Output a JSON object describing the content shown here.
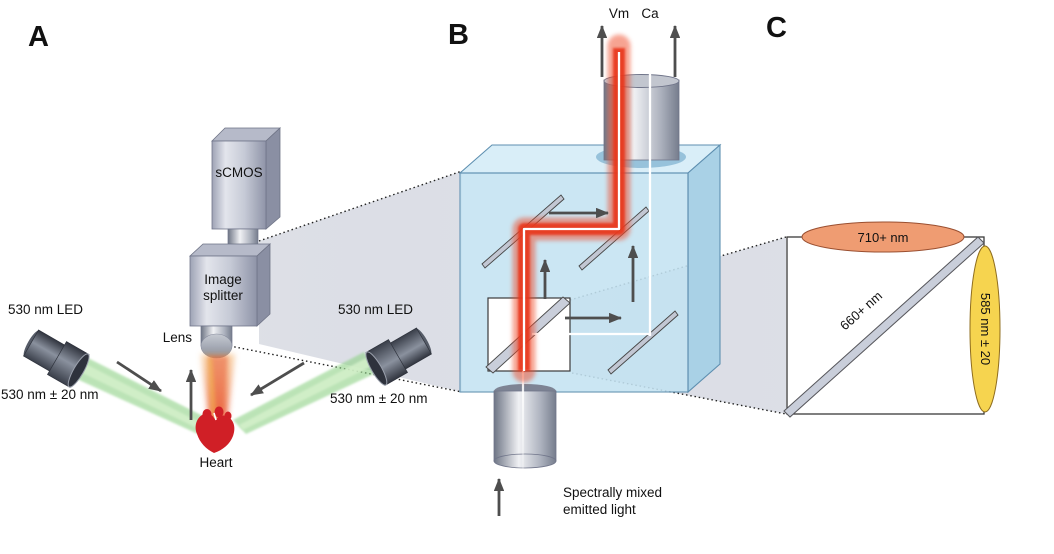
{
  "panel_labels": {
    "a": "A",
    "b": "B",
    "c": "C"
  },
  "panel_a": {
    "scmos": "sCMOS",
    "image_splitter_line1": "Image",
    "image_splitter_line2": "splitter",
    "lens": "Lens",
    "heart": "Heart",
    "left_led": {
      "label": "530 nm LED",
      "wavelength": "530 nm ± 20 nm"
    },
    "right_led": {
      "label": "530 nm LED",
      "wavelength": "530 nm ± 20 nm"
    }
  },
  "panel_b": {
    "vm": "Vm",
    "ca": "Ca",
    "emitted_line1": "Spectrally mixed",
    "emitted_line2": "emitted light"
  },
  "panel_c": {
    "top_filter": "710+ nm",
    "dichroic": "660+ nm",
    "side_filter": "585 nm ± 20"
  },
  "colors": {
    "beam_red": "#e8391e",
    "beam_yellow": "#f7c81e",
    "excitation_green": "#8fd287",
    "heart_red": "#d01f26",
    "filter_orange": "#ef9c72",
    "filter_yellow": "#f6d44f",
    "box_blue": "#c4e3f2"
  }
}
